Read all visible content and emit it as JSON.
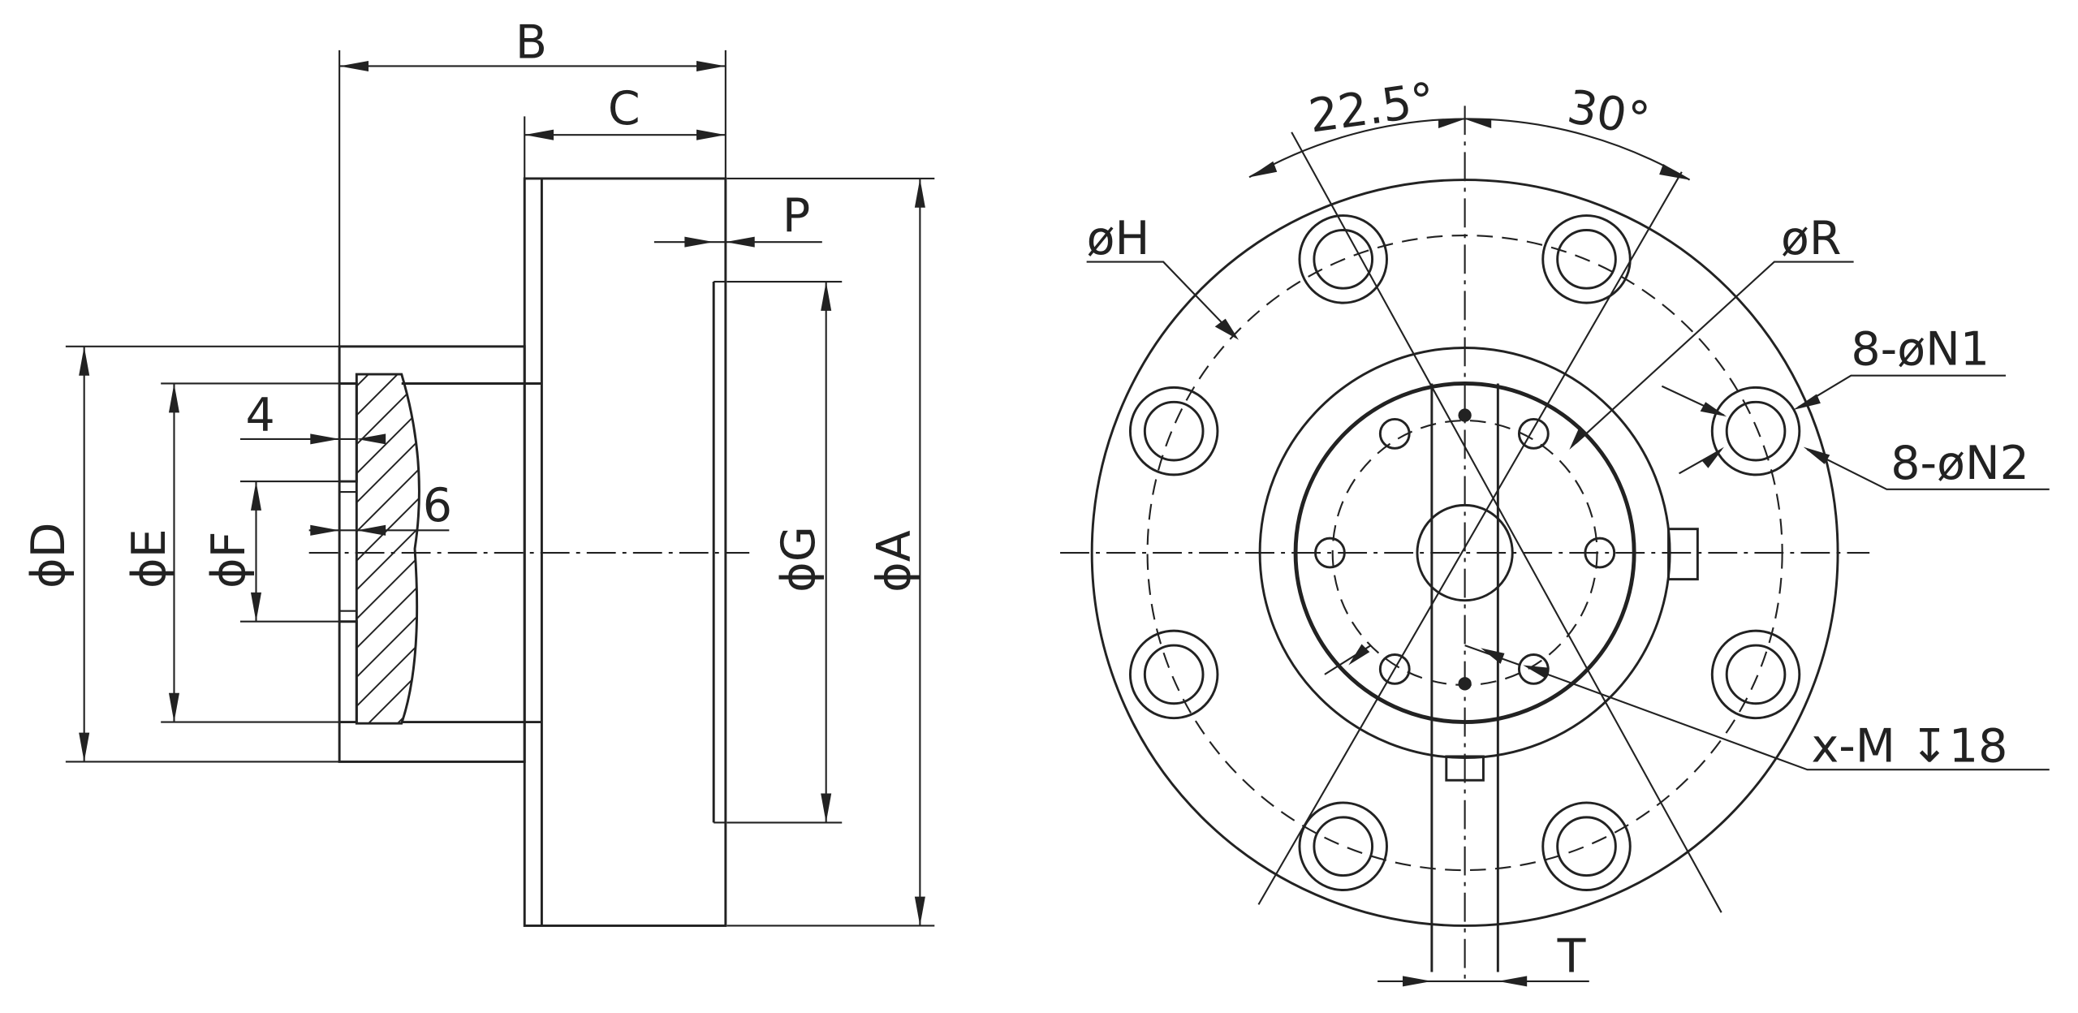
{
  "side_view": {
    "dim_b": "B",
    "dim_c": "C",
    "dim_p": "P",
    "dim_4": "4",
    "dim_6": "6",
    "dia_d": "ϕD",
    "dia_e": "ϕE",
    "dia_f": "ϕF",
    "dia_g": "ϕG",
    "dia_a": "ϕA"
  },
  "front_view": {
    "angle_1": "22.5°",
    "angle_2": "30°",
    "dia_h": "øH",
    "dia_r": "øR",
    "holes_n1": "8-øN1",
    "holes_n2": "8-øN2",
    "thread": "x-M ↧18",
    "dim_t": "T"
  }
}
